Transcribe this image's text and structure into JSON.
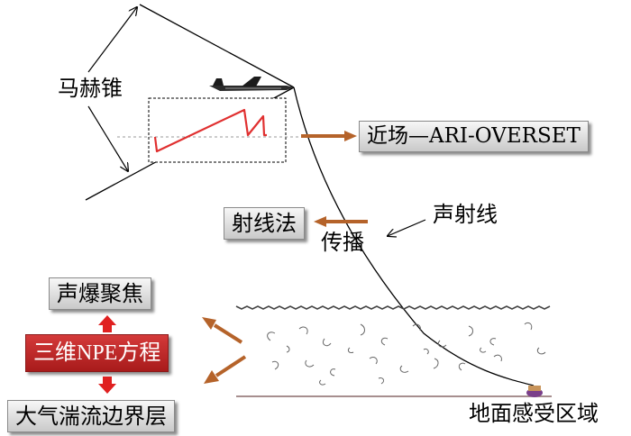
{
  "labels": {
    "mach_cone": "马赫锥",
    "near_field": "近场—ARI-OVERSET",
    "acoustic_ray": "声射线",
    "ray_method": "射线法",
    "propagation": "传播",
    "boom_focusing": "声爆聚焦",
    "npe_equation": "三维NPE方程",
    "turbulent_boundary_layer": "大气湍流边界层",
    "ground_receiving_area": "地面感受区域"
  },
  "colors": {
    "arrow_brown": "#b5632a",
    "arrow_red": "#e02020",
    "npe_box": "#c0292b",
    "signature_red": "#e03030"
  }
}
